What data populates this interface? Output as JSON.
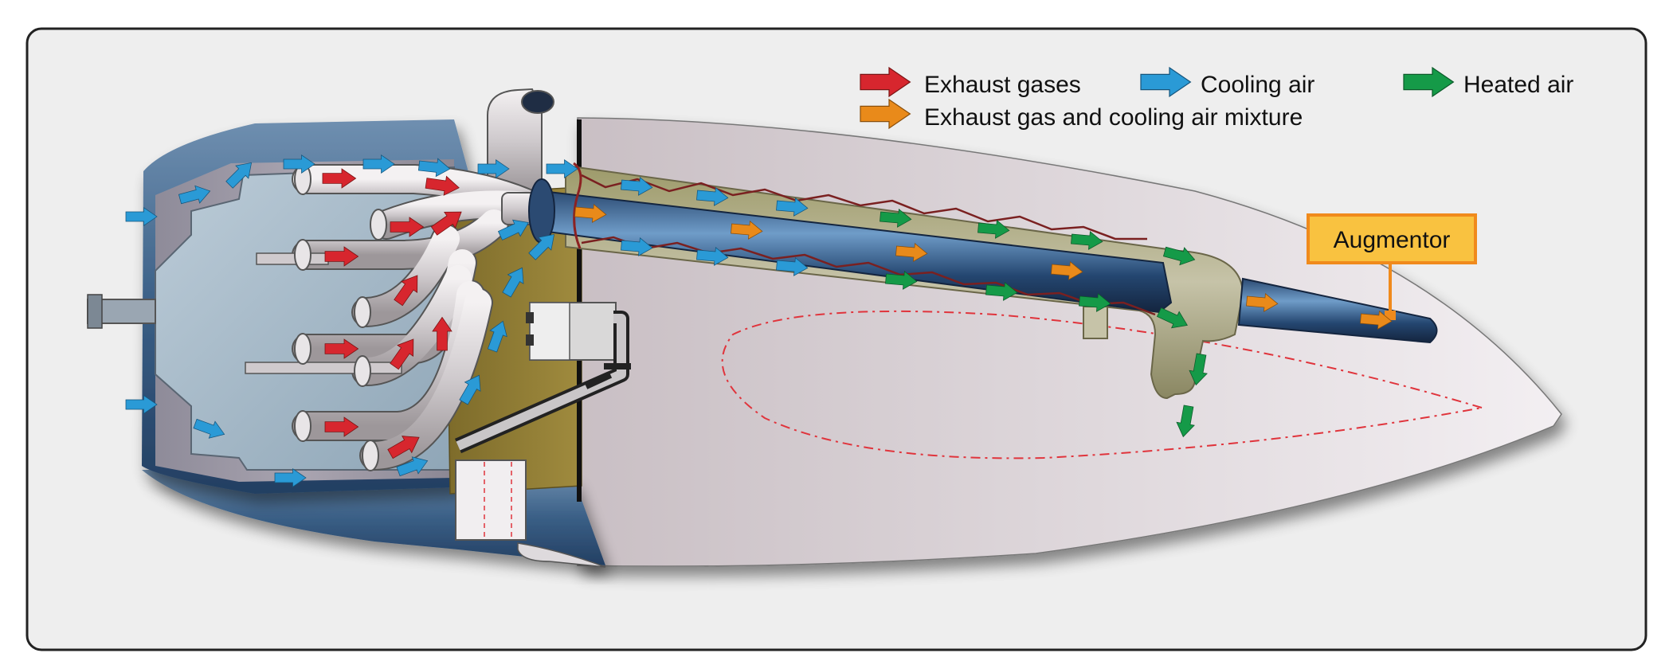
{
  "diagram": {
    "legend": {
      "exhaust_gases": "Exhaust gases",
      "cooling_air": "Cooling air",
      "heated_air": "Heated air",
      "mixture": "Exhaust gas and cooling air mixture"
    },
    "callout": {
      "augmentor": "Augmentor"
    },
    "colors": {
      "exhaust": "#d7262e",
      "cooling": "#2a9ad6",
      "heated": "#159a48",
      "mixture": "#e98a1a",
      "callout_fill": "#f9c240",
      "callout_border": "#f08a1c",
      "frame_bg": "#eeeeee"
    }
  }
}
